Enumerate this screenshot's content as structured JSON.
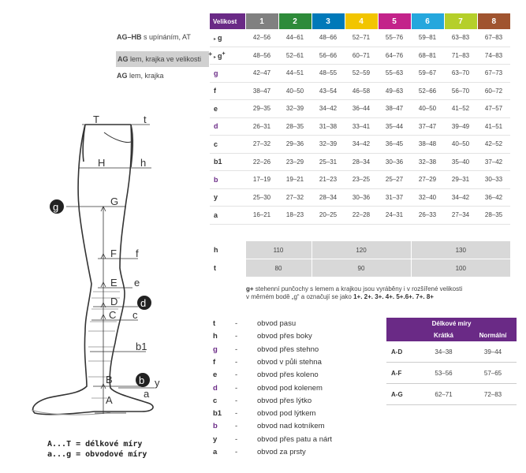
{
  "legend": {
    "line1_bold": "AG–HB",
    "line1_rest": " s upínáním, AT",
    "line2_bold": "AG",
    "line2_rest": " lem, krajka ve velikosti",
    "line2_plus": "+",
    "line3_bold": "AG",
    "line3_rest": " lem, krajka"
  },
  "size_table": {
    "header_label": "Velikost",
    "sizes": [
      {
        "label": "1",
        "color": "#808080"
      },
      {
        "label": "2",
        "color": "#2e8b3a"
      },
      {
        "label": "3",
        "color": "#0079b9"
      },
      {
        "label": "4",
        "color": "#f2c500"
      },
      {
        "label": "5",
        "color": "#c3238a"
      },
      {
        "label": "6",
        "color": "#25a7dd"
      },
      {
        "label": "7",
        "color": "#b5cf2a"
      },
      {
        "label": "8",
        "color": "#a0542f"
      }
    ],
    "rows": [
      {
        "label": "g",
        "prefix": "▸",
        "sup": "",
        "purple": false,
        "values": [
          "42–56",
          "44–61",
          "48–66",
          "52–71",
          "55–76",
          "59–81",
          "63–83",
          "67–83"
        ]
      },
      {
        "label": "g",
        "prefix": "▸",
        "sup": "+",
        "purple": false,
        "values": [
          "48–56",
          "52–61",
          "56–66",
          "60–71",
          "64–76",
          "68–81",
          "71–83",
          "74–83"
        ]
      },
      {
        "label": "g",
        "prefix": "",
        "sup": "",
        "purple": true,
        "values": [
          "42–47",
          "44–51",
          "48–55",
          "52–59",
          "55–63",
          "59–67",
          "63–70",
          "67–73"
        ]
      },
      {
        "label": "f",
        "prefix": "",
        "sup": "",
        "purple": false,
        "values": [
          "38–47",
          "40–50",
          "43–54",
          "46–58",
          "49–63",
          "52–66",
          "56–70",
          "60–72"
        ]
      },
      {
        "label": "e",
        "prefix": "",
        "sup": "",
        "purple": false,
        "values": [
          "29–35",
          "32–39",
          "34–42",
          "36–44",
          "38–47",
          "40–50",
          "41–52",
          "47–57"
        ]
      },
      {
        "label": "d",
        "prefix": "",
        "sup": "",
        "purple": true,
        "values": [
          "26–31",
          "28–35",
          "31–38",
          "33–41",
          "35–44",
          "37–47",
          "39–49",
          "41–51"
        ]
      },
      {
        "label": "c",
        "prefix": "",
        "sup": "",
        "purple": false,
        "values": [
          "27–32",
          "29–36",
          "32–39",
          "34–42",
          "36–45",
          "38–48",
          "40–50",
          "42–52"
        ]
      },
      {
        "label": "b1",
        "prefix": "",
        "sup": "",
        "purple": false,
        "values": [
          "22–26",
          "23–29",
          "25–31",
          "28–34",
          "30–36",
          "32–38",
          "35–40",
          "37–42"
        ]
      },
      {
        "label": "b",
        "prefix": "",
        "sup": "",
        "purple": true,
        "values": [
          "17–19",
          "19–21",
          "21–23",
          "23–25",
          "25–27",
          "27–29",
          "29–31",
          "30–33"
        ]
      },
      {
        "label": "y",
        "prefix": "",
        "sup": "",
        "purple": false,
        "values": [
          "25–30",
          "27–32",
          "28–34",
          "30–36",
          "31–37",
          "32–40",
          "34–42",
          "36–42"
        ]
      },
      {
        "label": "a",
        "prefix": "",
        "sup": "",
        "purple": false,
        "values": [
          "16–21",
          "18–23",
          "20–25",
          "22–28",
          "24–31",
          "26–33",
          "27–34",
          "28–35"
        ]
      }
    ]
  },
  "height_table": {
    "rows": [
      {
        "label": "h",
        "values": [
          "110",
          "120",
          "130"
        ]
      },
      {
        "label": "t",
        "values": [
          "80",
          "90",
          "100"
        ]
      }
    ]
  },
  "note": {
    "bold_prefix": "g+",
    "text1": " stehenní punčochy s lemem a krajkou jsou vyráběny i v rozšířené velikosti",
    "text2": "v měrném bodě „g“ a označují se jako ",
    "bold_suffix": "1+. 2+. 3+. 4+. 5+.6+. 7+. 8+"
  },
  "abbreviations": [
    {
      "key": "t",
      "purple": false,
      "dash": "-",
      "text": "obvod pasu"
    },
    {
      "key": "h",
      "purple": false,
      "dash": "-",
      "text": "obvod přes boky"
    },
    {
      "key": "g",
      "purple": true,
      "dash": "-",
      "text": "obvod přes stehno"
    },
    {
      "key": "f",
      "purple": false,
      "dash": "-",
      "text": "obvod v půli stehna"
    },
    {
      "key": "e",
      "purple": false,
      "dash": "-",
      "text": "obvod přes koleno"
    },
    {
      "key": "d",
      "purple": true,
      "dash": "-",
      "text": "obvod pod kolenem"
    },
    {
      "key": "c",
      "purple": false,
      "dash": "-",
      "text": "obvod přes lýtko"
    },
    {
      "key": "b1",
      "purple": false,
      "dash": "-",
      "text": "obvod pod lýtkem"
    },
    {
      "key": "b",
      "purple": true,
      "dash": "-",
      "text": "obvod nad kotníkem"
    },
    {
      "key": "y",
      "purple": false,
      "dash": "-",
      "text": "obvod přes patu a nárt"
    },
    {
      "key": "a",
      "purple": false,
      "dash": "-",
      "text": "obvod za prsty"
    }
  ],
  "length_table": {
    "title": "Délkové míry",
    "col1": "Krátká",
    "col2": "Normální",
    "rows": [
      {
        "label": "A-D",
        "short": "34–38",
        "normal": "39–44"
      },
      {
        "label": "A-F",
        "short": "53–56",
        "normal": "57–65"
      },
      {
        "label": "A-G",
        "short": "62–71",
        "normal": "72–83"
      }
    ]
  },
  "diagram": {
    "labels": {
      "T": "T",
      "t": "t",
      "H": "H",
      "h": "h",
      "G": "G",
      "g": "g",
      "F": "F",
      "f": "f",
      "E": "E",
      "e": "e",
      "D": "D",
      "d": "d",
      "C": "C",
      "c": "c",
      "b1": "b1",
      "B": "B",
      "b": "b",
      "y": "y",
      "A": "A",
      "a": "a"
    }
  },
  "captions": {
    "line1": "A...T = délkové míry",
    "line2": "a...g = obvodové míry"
  },
  "colors": {
    "purple": "#6a2a86",
    "row_highlight": "#d0d0d0"
  }
}
